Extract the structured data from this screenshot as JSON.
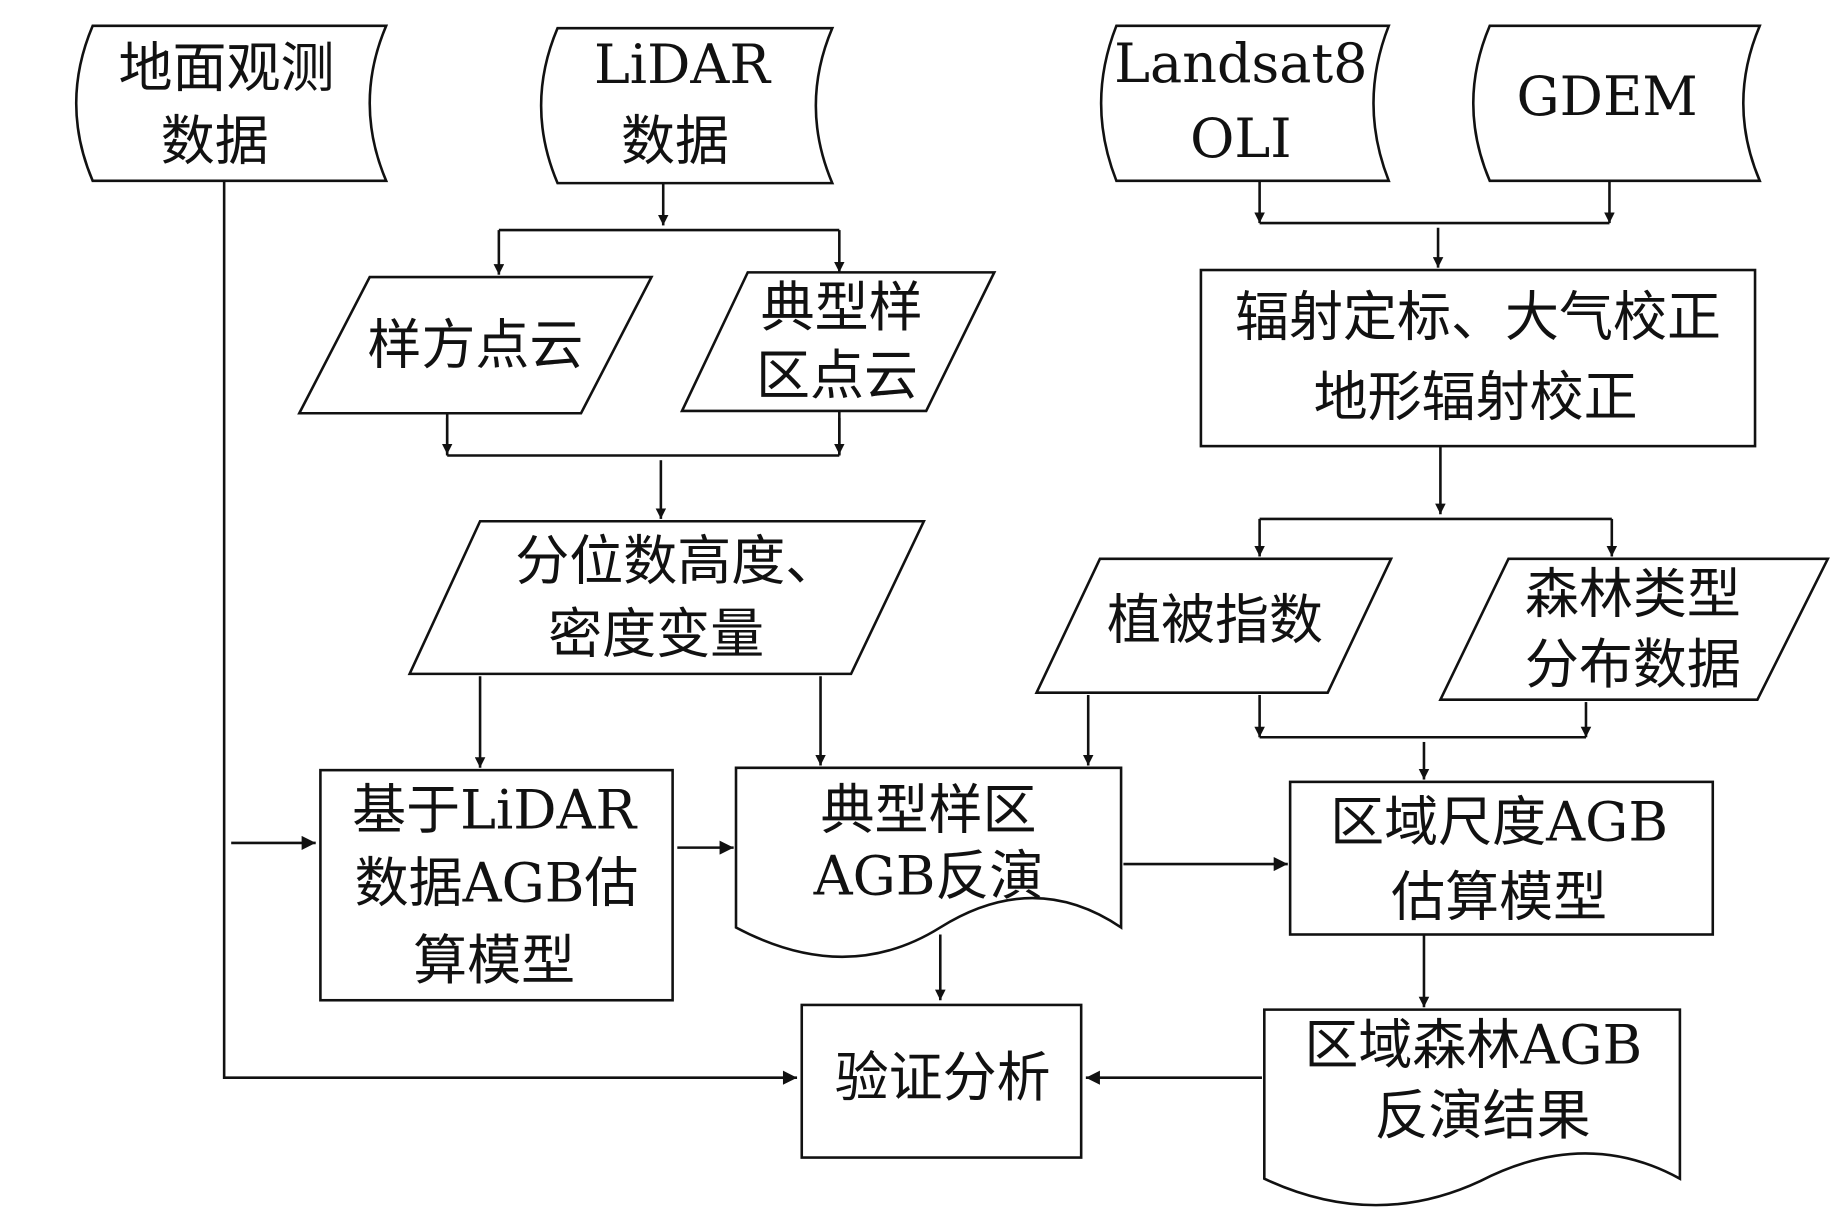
{
  "diagram": {
    "type": "flowchart",
    "nodes": {
      "ground_obs": {
        "shape": "stored-data",
        "lines": [
          "地面观测",
          "数据"
        ]
      },
      "lidar": {
        "shape": "stored-data",
        "lines": [
          "LiDAR",
          "数据"
        ]
      },
      "landsat": {
        "shape": "stored-data",
        "lines": [
          "Landsat8",
          "OLI"
        ]
      },
      "gdem": {
        "shape": "stored-data",
        "lines": [
          "GDEM"
        ]
      },
      "plot_cloud": {
        "shape": "data",
        "lines": [
          "样方点云"
        ]
      },
      "sample_cloud": {
        "shape": "data",
        "lines": [
          "典型样",
          "区点云"
        ]
      },
      "quantile": {
        "shape": "data",
        "lines": [
          "分位数高度、",
          "密度变量"
        ]
      },
      "radiometric": {
        "shape": "process",
        "lines": [
          "辐射定标、大气校正",
          "地形辐射校正"
        ]
      },
      "veg_index": {
        "shape": "data",
        "lines": [
          "植被指数"
        ]
      },
      "forest_type": {
        "shape": "data",
        "lines": [
          "森林类型",
          "分布数据"
        ]
      },
      "lidar_model": {
        "shape": "process",
        "lines": [
          "基于LiDAR",
          "数据AGB估",
          "算模型"
        ]
      },
      "sample_agb": {
        "shape": "document",
        "lines": [
          "典型样区",
          "AGB反演"
        ]
      },
      "regional_model": {
        "shape": "process",
        "lines": [
          "区域尺度AGB",
          "估算模型"
        ]
      },
      "validation": {
        "shape": "process",
        "lines": [
          "验证分析"
        ]
      },
      "regional_result": {
        "shape": "document",
        "lines": [
          "区域森林AGB",
          "反演结果"
        ]
      }
    },
    "edges": [
      [
        "lidar",
        "plot_cloud"
      ],
      [
        "lidar",
        "sample_cloud"
      ],
      [
        "plot_cloud",
        "quantile"
      ],
      [
        "sample_cloud",
        "quantile"
      ],
      [
        "landsat",
        "radiometric"
      ],
      [
        "gdem",
        "radiometric"
      ],
      [
        "radiometric",
        "veg_index"
      ],
      [
        "radiometric",
        "forest_type"
      ],
      [
        "quantile",
        "lidar_model"
      ],
      [
        "quantile",
        "sample_agb"
      ],
      [
        "ground_obs",
        "lidar_model"
      ],
      [
        "ground_obs",
        "validation"
      ],
      [
        "lidar_model",
        "sample_agb"
      ],
      [
        "veg_index",
        "sample_agb"
      ],
      [
        "veg_index",
        "regional_model"
      ],
      [
        "forest_type",
        "regional_model"
      ],
      [
        "sample_agb",
        "regional_model"
      ],
      [
        "sample_agb",
        "validation"
      ],
      [
        "regional_model",
        "regional_result"
      ],
      [
        "regional_result",
        "validation"
      ]
    ]
  }
}
